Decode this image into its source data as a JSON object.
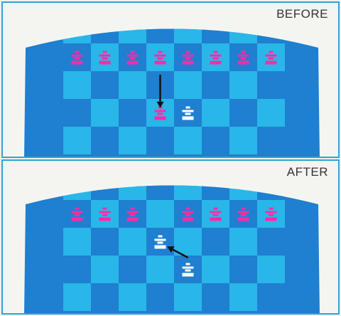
{
  "panels": [
    {
      "label": "BEFORE",
      "colors": {
        "screen": "#1f7fd0",
        "light": "#29b6e8",
        "dark": "#1f7fd0",
        "accent": "#ff2aa6",
        "player": "#ffffff",
        "arrow": "#111111"
      },
      "pieces": [
        {
          "col": 1,
          "row": 1,
          "color": "magenta"
        },
        {
          "col": 2,
          "row": 1,
          "color": "magenta"
        },
        {
          "col": 3,
          "row": 1,
          "color": "magenta"
        },
        {
          "col": 4,
          "row": 1,
          "color": "magenta"
        },
        {
          "col": 5,
          "row": 1,
          "color": "magenta"
        },
        {
          "col": 6,
          "row": 1,
          "color": "magenta"
        },
        {
          "col": 7,
          "row": 1,
          "color": "magenta"
        },
        {
          "col": 8,
          "row": 1,
          "color": "magenta"
        },
        {
          "col": 4,
          "row": 3,
          "color": "magenta"
        },
        {
          "col": 5,
          "row": 3,
          "color": "white"
        }
      ],
      "arrow": {
        "from": {
          "col": 4,
          "row": 1.6
        },
        "to": {
          "col": 4,
          "row": 2.8
        }
      }
    },
    {
      "label": "AFTER",
      "colors": {
        "screen": "#1f7fd0",
        "light": "#29b6e8",
        "dark": "#1f7fd0",
        "accent": "#ff2aa6",
        "player": "#ffffff",
        "arrow": "#111111"
      },
      "pieces": [
        {
          "col": 1,
          "row": 1,
          "color": "magenta"
        },
        {
          "col": 2,
          "row": 1,
          "color": "magenta"
        },
        {
          "col": 3,
          "row": 1,
          "color": "magenta"
        },
        {
          "col": 5,
          "row": 1,
          "color": "magenta"
        },
        {
          "col": 6,
          "row": 1,
          "color": "magenta"
        },
        {
          "col": 7,
          "row": 1,
          "color": "magenta"
        },
        {
          "col": 8,
          "row": 1,
          "color": "magenta"
        },
        {
          "col": 4,
          "row": 2,
          "color": "white"
        },
        {
          "col": 5,
          "row": 3,
          "color": "white"
        }
      ],
      "arrow": {
        "from": {
          "col": 5,
          "row": 2.55
        },
        "to": {
          "col": 4.25,
          "row": 2.15
        }
      }
    }
  ]
}
